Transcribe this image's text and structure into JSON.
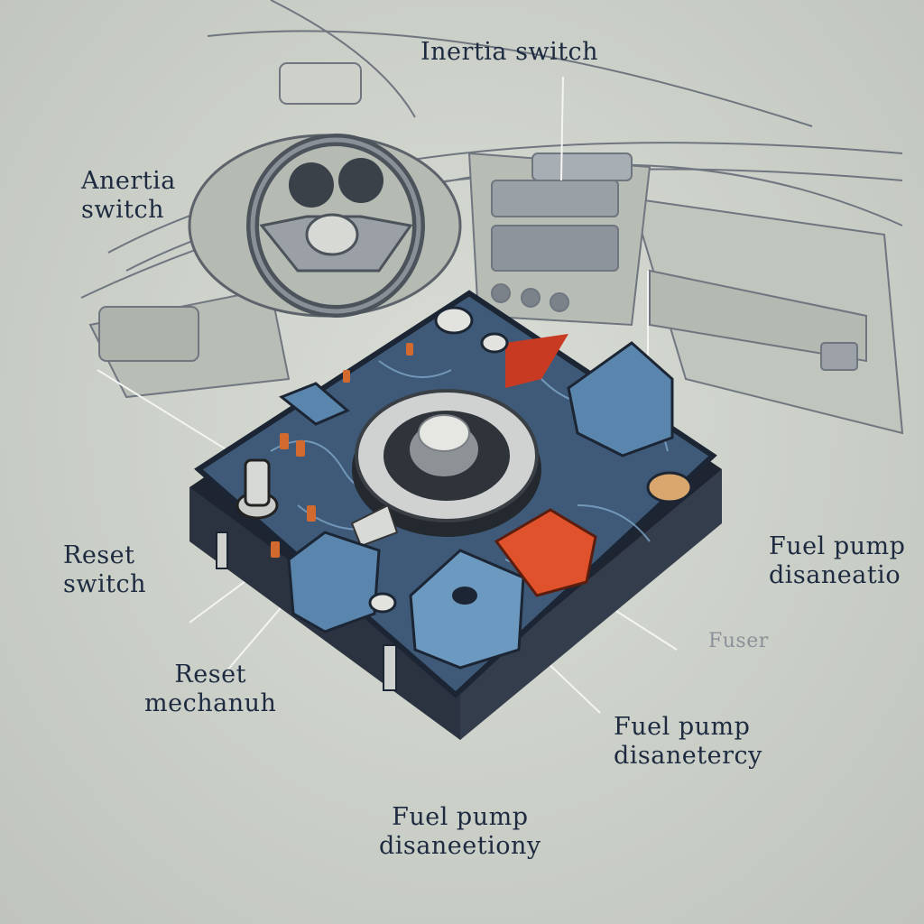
{
  "labels": {
    "inertia_switch_top": "Inertia switch",
    "anertia_switch": [
      "Anertia",
      "switch"
    ],
    "reset_switch": [
      "Reset",
      "switch"
    ],
    "reset_mechanism": [
      "Reset",
      "mechanuh"
    ],
    "fuel_pump_right": [
      "Fuel pump",
      "disaneatio"
    ],
    "fuser": "Fuser",
    "fuel_pump_mid": [
      "Fuel pump",
      "disanetercy"
    ],
    "fuel_pump_bottom": [
      "Fuel pump",
      "disaneetiony"
    ]
  },
  "colors": {
    "background": "#c9cec6",
    "ink": "#1d2a40",
    "module_base": "#2b3340",
    "module_board": "#3e5a78",
    "relay_blue": "#5a86ad",
    "relay_red": "#e0522c",
    "dashboard_line": "#6f7680"
  }
}
